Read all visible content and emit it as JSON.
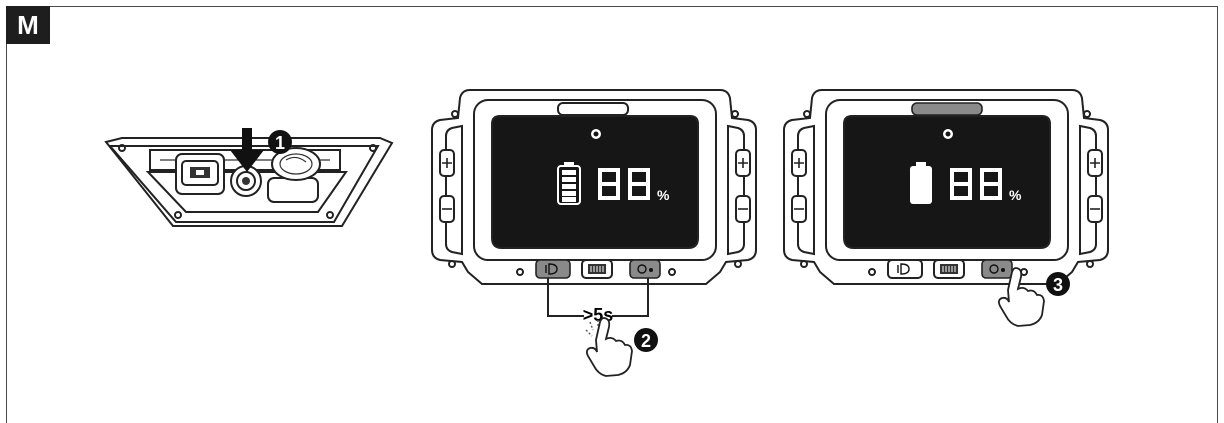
{
  "figure_label": "M",
  "steps": [
    "1",
    "2",
    "3"
  ],
  "duration_label": ">5s",
  "percent_sign": "%",
  "icons": [
    "headlight-icon",
    "mode-icon",
    "power-icon",
    "plus-icon",
    "minus-icon",
    "hand-press-icon",
    "arrow-down-icon"
  ]
}
